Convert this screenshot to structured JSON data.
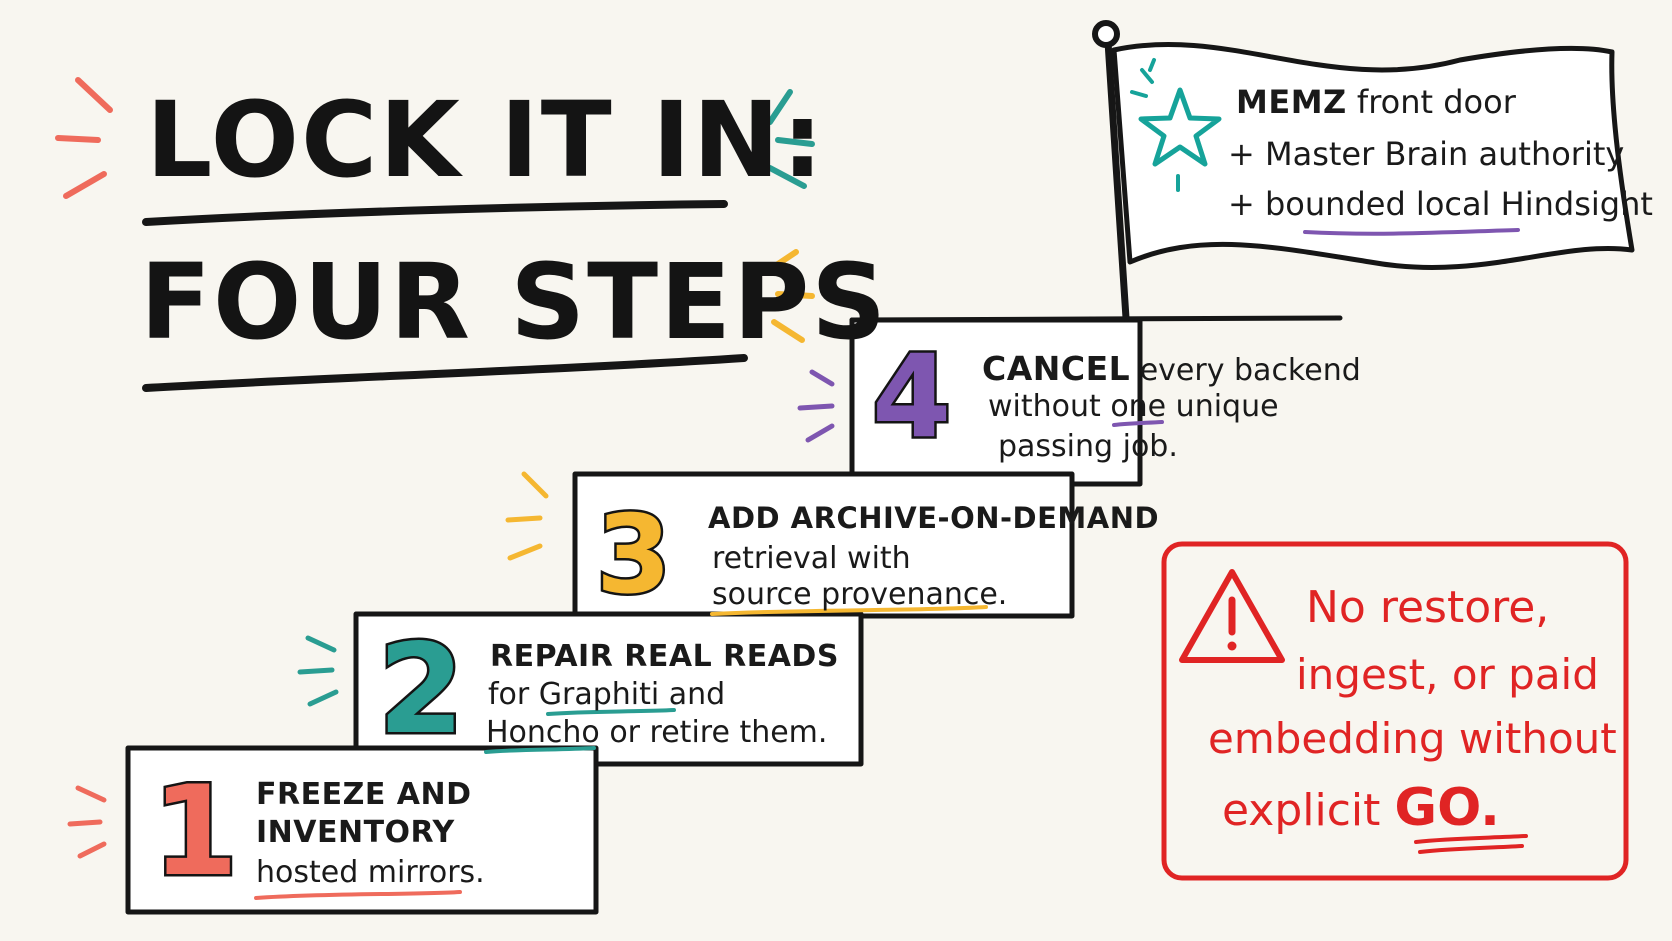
{
  "title": {
    "line1": "LOCK IT IN:",
    "line2": "FOUR STEPS"
  },
  "flag": {
    "line1_caps": "MEMZ",
    "line1_rest": "front door",
    "line2": "+ Master Brain authority",
    "line3": "+ bounded local Hindsight",
    "icon": "star-icon",
    "icon_color": "#16a39a"
  },
  "steps": [
    {
      "number": "1",
      "color": "#ef6b5c",
      "line1": "FREEZE AND",
      "line2": "INVENTORY",
      "line3": "hosted mirrors."
    },
    {
      "number": "2",
      "color": "#2a9d92",
      "line1": "REPAIR REAL READS",
      "line2": "for Graphiti and",
      "line3": "Honcho or retire them."
    },
    {
      "number": "3",
      "color": "#f5b731",
      "line1": "ADD ARCHIVE-ON-DEMAND",
      "line2": "retrieval with",
      "line3": "source provenance."
    },
    {
      "number": "4",
      "color": "#7e56b0",
      "line1_caps": "CANCEL",
      "line1_rest": "every backend",
      "line2": "without one unique",
      "line3": "passing job."
    }
  ],
  "warning": {
    "icon": "warning-icon",
    "color": "#e02424",
    "line1": "No restore,",
    "line2": "ingest, or paid",
    "line3": "embedding without",
    "line4_pre": "explicit",
    "line4_go": "GO."
  },
  "accents": {
    "red": "#ef6b5c",
    "teal": "#2a9d92",
    "yellow": "#f5b731",
    "purple": "#7e56b0"
  }
}
